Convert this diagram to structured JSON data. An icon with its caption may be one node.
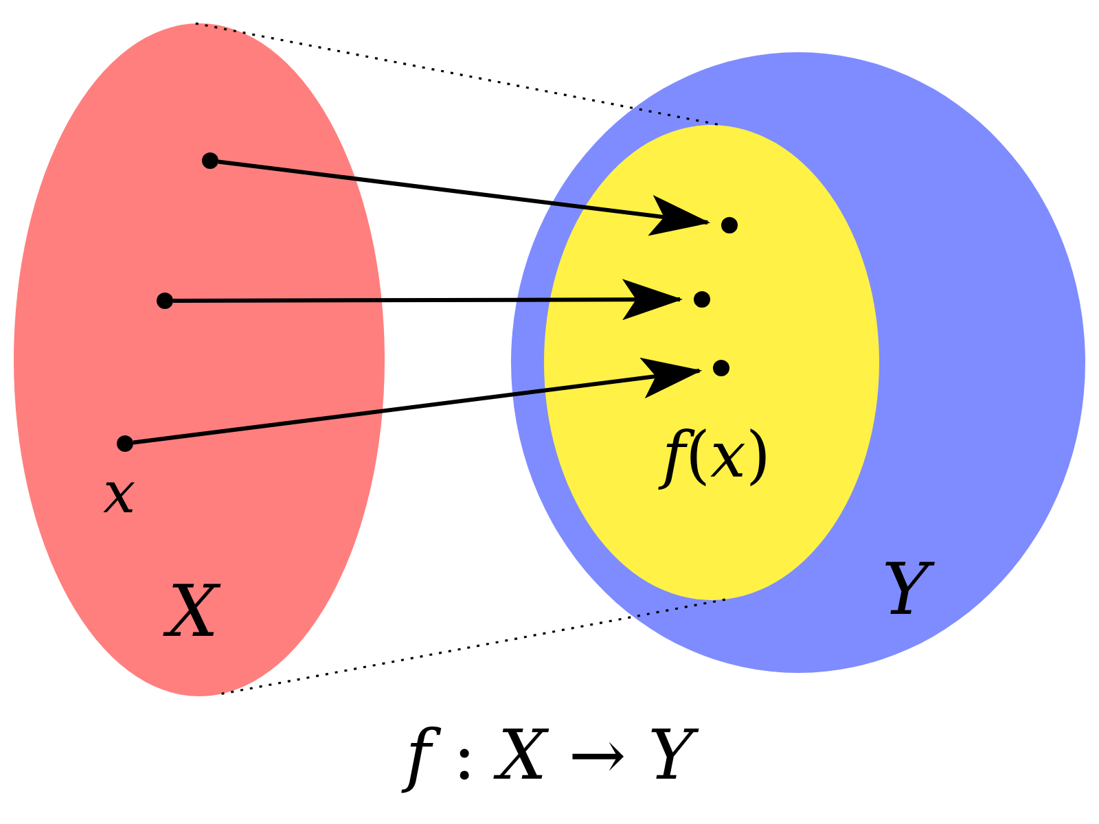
{
  "diagram": {
    "caption": "*f* : *X* → *Y*",
    "nodes": [
      {
        "text": [
          "X"
        ]
      },
      {
        "text": [
          "Y"
        ]
      },
      {
        "text": [
          "*f*(*x*)"
        ],
        "in": 1
      },
      {
        "text": [],
        "shape": "circle",
        "in": 0
      },
      {
        "text": [],
        "shape": "circle",
        "in": 0
      },
      {
        "text": [],
        "shape": "circle",
        "in": 0,
        "beside": [
          "x"
        ]
      },
      {
        "text": [],
        "shape": "circle",
        "in": 2
      },
      {
        "text": [],
        "shape": "circle",
        "in": 2
      },
      {
        "text": [],
        "shape": "circle",
        "in": 2
      }
    ],
    "edges": [
      {
        "from": 3,
        "to": 6,
        "arrow": "to"
      },
      {
        "from": 4,
        "to": 7,
        "arrow": "to"
      },
      {
        "from": 5,
        "to": 8,
        "arrow": "to"
      },
      {
        "from": 0,
        "to": 2,
        "arrow": "none",
        "style": "dashed"
      },
      {
        "from": 0,
        "to": 2,
        "arrow": "none",
        "style": "dashed"
      }
    ]
  }
}
